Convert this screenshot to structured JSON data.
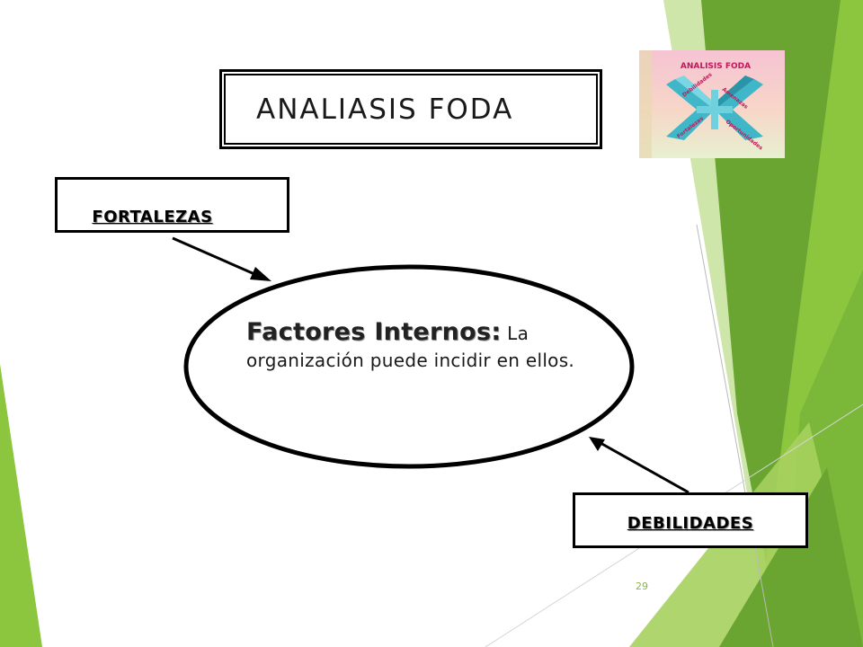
{
  "slide": {
    "title": "ANALIASIS FODA",
    "page_number": "29"
  },
  "logo": {
    "heading": "ANALISIS FODA",
    "words": [
      "Debilidades",
      "Amenazas",
      "Fortalezas",
      "Oportunidades"
    ]
  },
  "diagram": {
    "top_label": "FORTALEZAS",
    "bottom_label": "DEBILIDADES",
    "center_title": "Factores Internos:",
    "center_text": "La organización puede incidir en ellos."
  },
  "colors": {
    "green_dark": "#5f9a2a",
    "green_mid": "#8cc63f",
    "green_light": "#c5e29a",
    "page_number": "#8ab54a"
  }
}
